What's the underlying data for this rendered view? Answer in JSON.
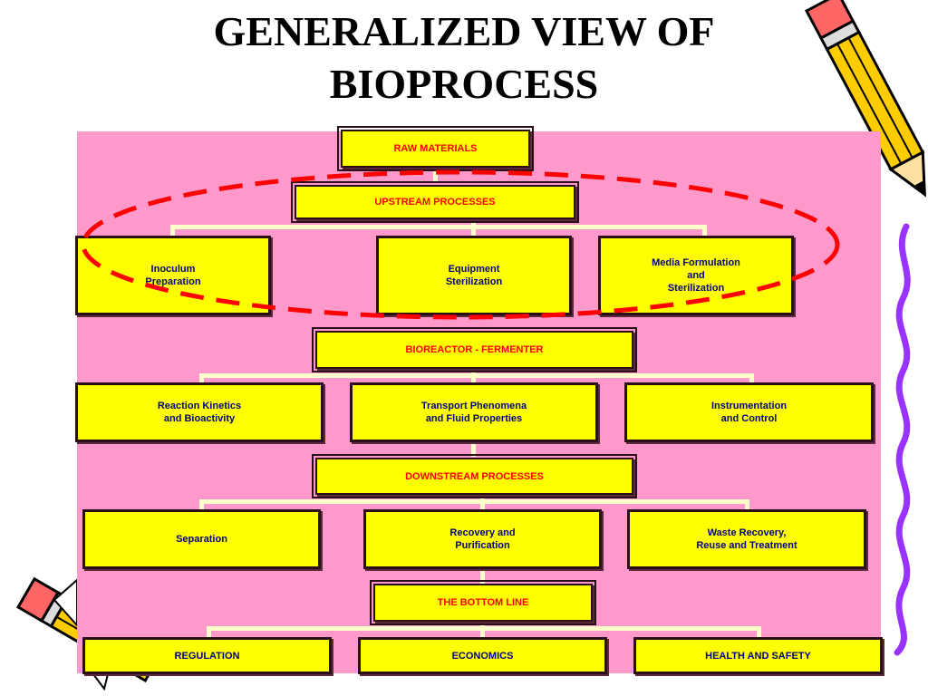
{
  "title_line1": "GENERALIZED VIEW OF",
  "title_line2": "BIOPROCESS",
  "colors": {
    "panel": "#ff99cc",
    "box_fill": "#ffff00",
    "header_text": "#ff0000",
    "leaf_text": "#000080",
    "highlight_ellipse": "#ff0000"
  },
  "icons": [
    "pencil-icon-top-right",
    "pencil-icon-bottom-left",
    "squiggle-line-icon"
  ],
  "diagram": {
    "raw_materials": "RAW MATERIALS",
    "upstream": {
      "header": "UPSTREAM PROCESSES",
      "children": [
        "Inoculum\nPreparation",
        "Equipment\nSterilization",
        "Media Formulation\nand\nSterilization"
      ]
    },
    "bioreactor": {
      "header": "BIOREACTOR - FERMENTER",
      "children": [
        "Reaction Kinetics\nand Bioactivity",
        "Transport Phenomena\nand Fluid Properties",
        "Instrumentation\nand Control"
      ]
    },
    "downstream": {
      "header": "DOWNSTREAM PROCESSES",
      "children": [
        "Separation",
        "Recovery and\nPurification",
        "Waste Recovery,\nReuse and Treatment"
      ]
    },
    "bottom_line": {
      "header": "THE BOTTOM LINE",
      "children": [
        "REGULATION",
        "ECONOMICS",
        "HEALTH AND SAFETY"
      ]
    }
  }
}
